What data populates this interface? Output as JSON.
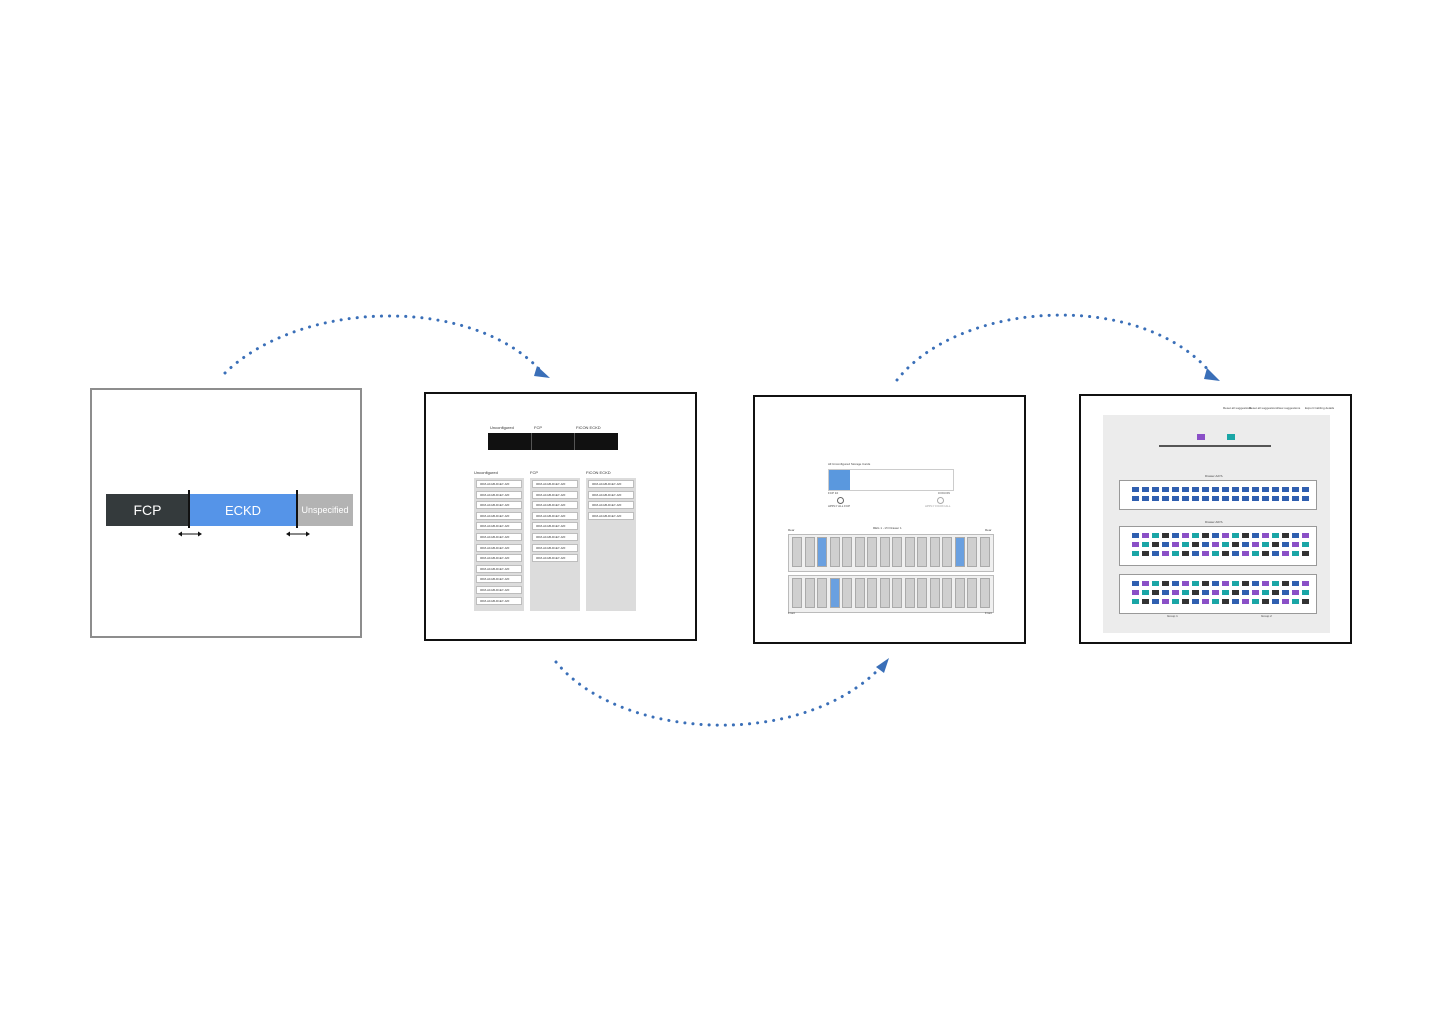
{
  "panel1": {
    "segments": [
      {
        "label": "FCP",
        "color": "#343a3c"
      },
      {
        "label": "ECKD",
        "color": "#5594e8"
      },
      {
        "label": "Unspecified",
        "color": "#b3b3b3"
      }
    ]
  },
  "panel2": {
    "top_headers": [
      "Unconfigured",
      "FCP",
      "FICON ECKD"
    ],
    "column_headers": [
      "Unconfigured",
      "FCP",
      "FICON ECKD"
    ],
    "card_label": "0FM-A1GB-D1E7-J2F",
    "column_counts": [
      12,
      8,
      4
    ]
  },
  "panel3": {
    "title": "All Unconfigured Storage Cards",
    "left_label": "FCP 10",
    "right_label": "0 FICON",
    "apply_left": "APPLY ALL FCP",
    "apply_right": "APPLY FICON ALL",
    "rack_title": "REG 1 - I/O Drawer 1",
    "rear": "Rear",
    "front": "Front",
    "fill_fraction": 0.17
  },
  "panel4": {
    "actions": [
      "Reset all suggestions",
      "Reset all suggestions",
      "View suggestions",
      "Export Cabling details"
    ],
    "drawer_titles": [
      "Drawer A27A",
      "Drawer A07A"
    ],
    "group_labels": [
      "Group 1",
      "Group 2"
    ],
    "colors": {
      "blue": "#2f5fb0",
      "purple": "#8a4fc7",
      "teal": "#1aa6a6",
      "dark": "#333333"
    }
  },
  "colors": {
    "arrow": "#3a6fb8"
  }
}
